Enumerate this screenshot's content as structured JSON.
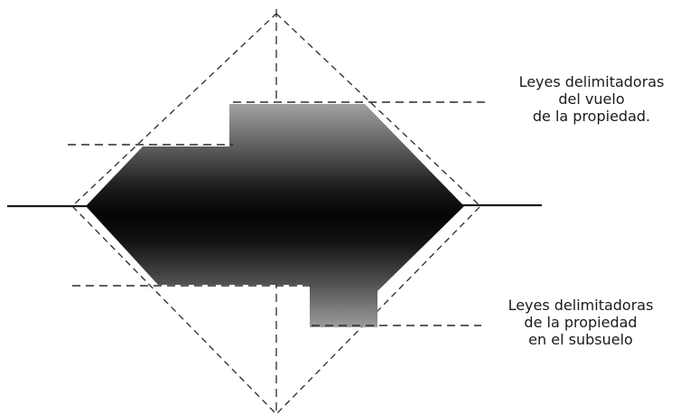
{
  "labels": {
    "vuelo": {
      "lines": [
        "Leyes delimitadoras",
        "del vuelo",
        "de la propiedad."
      ]
    },
    "subsuelo": {
      "lines": [
        "Leyes delimitadoras",
        "de la propiedad",
        "en el subsuelo"
      ]
    }
  },
  "colors": {
    "shape_dark": "#050505",
    "shape_mid": "#5a5a5a",
    "shape_light": "#9a9a9a",
    "line": "#1a1a1a",
    "dash": "#2a2a2a",
    "background": "#ffffff"
  }
}
